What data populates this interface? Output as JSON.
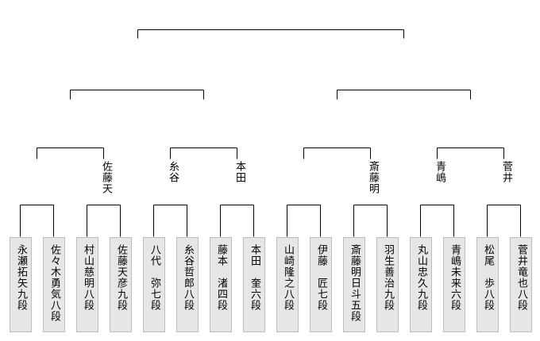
{
  "players": [
    "永瀬拓矢九段",
    "佐々木勇気八段",
    "村山慈明八段",
    "佐藤天彦九段",
    "八代　弥七段",
    "糸谷哲郎八段",
    "藤本　渚四段",
    "本田　奎六段",
    "山崎隆之八段",
    "伊藤　匠七段",
    "斎藤明日斗五段",
    "羽生善治九段",
    "丸山忠久九段",
    "青嶋未来六段",
    "松尾　歩八段",
    "菅井竜也八段"
  ],
  "first_round_winners": [
    "",
    "佐藤天",
    "糸谷",
    "本田",
    "",
    "斎藤明",
    "青嶋",
    "菅井"
  ],
  "colors": {
    "line": "#000000",
    "box_fill": "#e6e6e6",
    "box_border": "#bdbdbd"
  }
}
